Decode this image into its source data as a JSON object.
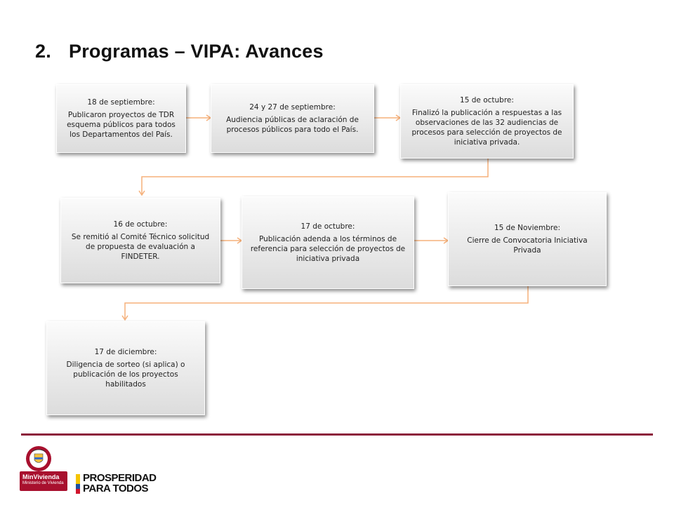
{
  "header": {
    "number": "2.",
    "title": "Programas – VIPA: Avances"
  },
  "steps": [
    {
      "date": "18 de septiembre:",
      "text": "Publicaron proyectos de TDR esquema públicos para todos los Departamentos del País."
    },
    {
      "date": "24 y 27 de septiembre:",
      "text": "Audiencia públicas de aclaración de procesos públicos para todo el País."
    },
    {
      "date": "15 de octubre:",
      "text": "Finalizó la publicación a respuestas a las observaciones de las 32 audiencias de procesos para selección de proyectos de iniciativa privada."
    },
    {
      "date": "16 de octubre:",
      "text": "Se remitió al Comité Técnico solicitud de propuesta de evaluación a FINDETER."
    },
    {
      "date": "17 de octubre:",
      "text": "Publicación adenda a los términos de referencia para selección de proyectos de iniciativa privada"
    },
    {
      "date": "15 de Noviembre:",
      "text": "Cierre de Convocatoria Iniciativa Privada"
    },
    {
      "date": "17 de diciembre:",
      "text": "Diligencia de sorteo (si aplica) o publicación de los proyectos habilitados"
    }
  ],
  "footer": {
    "ministry_name": "MinVivienda",
    "ministry_subtitle": "Ministerio de Vivienda",
    "slogan_line1": "PROSPERIDAD",
    "slogan_line2": "PARA TODOS"
  },
  "colors": {
    "arrow": "#f5b07a",
    "rule": "#8b1c3a",
    "ministry": "#a8102e"
  }
}
